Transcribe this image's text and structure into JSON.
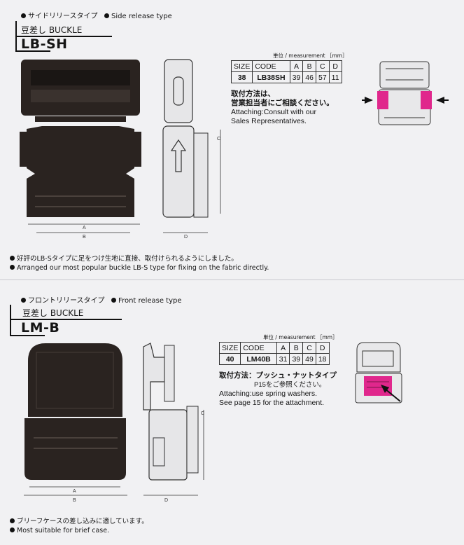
{
  "colors": {
    "accent": "#e0278c",
    "ink": "#151515",
    "paper": "#f1f1f3",
    "buckle": "#2a2320"
  },
  "icons": [
    "bullet-icon",
    "arrow-right-icon",
    "arrow-left-icon",
    "diagonal-arrow-icon"
  ],
  "sections": [
    {
      "header_ja": "サイドリリースタイプ",
      "header_en": "Side release type",
      "product_label": "豆差し BUCKLE",
      "model": "LB-SH",
      "unit_label": "単位 / measurement ［mm］",
      "table": {
        "headers": [
          "SIZE",
          "CODE",
          "A",
          "B",
          "C",
          "D"
        ],
        "rows": [
          [
            "38",
            "LB38SH",
            "39",
            "46",
            "57",
            "11"
          ]
        ]
      },
      "attach_ja_1": "取付方法は、",
      "attach_ja_2": "営業担当者にご相談ください。",
      "attach_en_1": "Attaching:Consult with our",
      "attach_en_2": "Sales Representatives.",
      "dims": {
        "a": "A",
        "b": "B",
        "c": "C",
        "d": "D"
      },
      "note_ja": "好評のLB-Sタイプに足をつけ生地に直接、取付けられるようにしました。",
      "note_en": "Arranged our most popular buckle LB-S type for fixing on the fabric directly."
    },
    {
      "header_ja": "フロントリリースタイプ",
      "header_en": "Front release type",
      "product_label": "豆差し BUCKLE",
      "model": "LM-B",
      "unit_label": "単位 / measurement ［mm］",
      "table": {
        "headers": [
          "SIZE",
          "CODE",
          "A",
          "B",
          "C",
          "D"
        ],
        "rows": [
          [
            "40",
            "LM40B",
            "31",
            "39",
            "49",
            "18"
          ]
        ]
      },
      "attach_ja_1": "取付方法：プッシュ・ナットタイプ",
      "attach_ja_2": "P15をご参照ください。",
      "attach_en_1": "Attaching:use spring washers.",
      "attach_en_2": "See page 15 for the attachment.",
      "dims": {
        "a": "A",
        "b": "B",
        "c": "C",
        "d": "D"
      },
      "note_ja": "ブリーフケースの差し込みに適しています。",
      "note_en": "Most suitable for brief case."
    }
  ]
}
